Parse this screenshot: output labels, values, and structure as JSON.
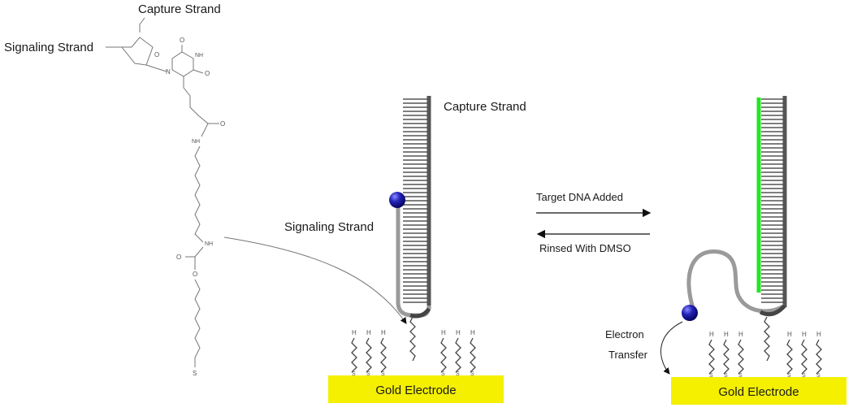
{
  "labels": {
    "capture_strand_top": "Capture Strand",
    "signaling_strand_top": "Signaling Strand",
    "capture_strand_mid": "Capture Strand",
    "signaling_strand_mid": "Signaling Strand",
    "target_added": "Target DNA Added",
    "rinsed": "Rinsed With DMSO",
    "electron_line1": "Electron",
    "electron_line2": "Transfer",
    "gold_left": "Gold Electrode",
    "gold_right": "Gold Electrode"
  },
  "atoms": {
    "o": "O",
    "n": "N",
    "nh": "NH",
    "h": "H",
    "s": "S"
  },
  "colors": {
    "gold": "#f4f000",
    "sphere": "#1a1aa8",
    "target_strand": "#22e622",
    "signaling_strand": "#9a9a9a",
    "capture_strand": "#555555"
  }
}
